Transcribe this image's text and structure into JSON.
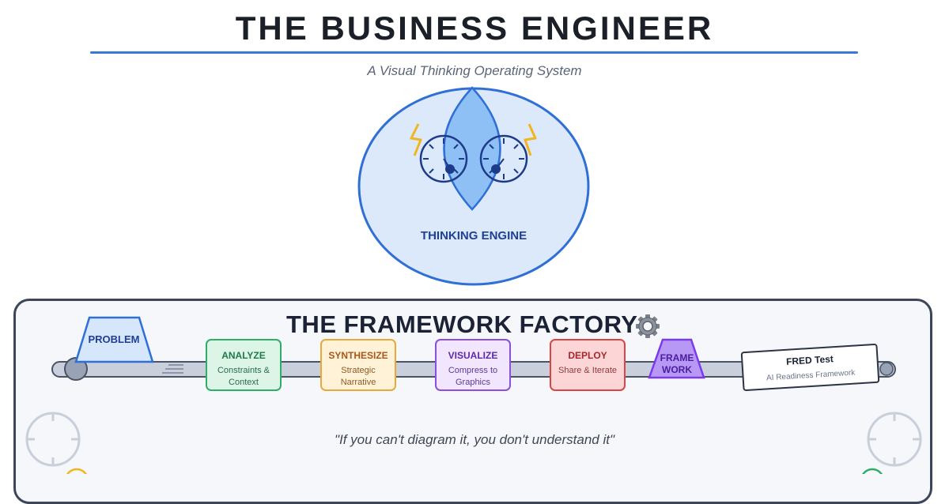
{
  "header": {
    "title": "THE BUSINESS ENGINEER",
    "subtitle": "A Visual Thinking Operating System"
  },
  "engine": {
    "label": "THINKING ENGINE"
  },
  "factory": {
    "title": "THE FRAMEWORK FACTORY",
    "input_label": "PROBLEM",
    "output_label": "FRAME WORK",
    "steps": [
      {
        "title": "ANALYZE",
        "desc": "Constraints & Context",
        "color": "#2fae6a"
      },
      {
        "title": "SYNTHESIZE",
        "desc": "Strategic Narrative",
        "color": "#e8a93a"
      },
      {
        "title": "VISUALIZE",
        "desc": "Compress to Graphics",
        "color": "#8a4fe0"
      },
      {
        "title": "DEPLOY",
        "desc": "Share & Iterate",
        "color": "#d94646"
      }
    ],
    "result": {
      "title": "FRED Test",
      "subtitle": "AI Readiness Framework"
    },
    "quote": "\"If you can't diagram it, you don't understand it\""
  },
  "colors": {
    "accent_blue": "#3a78d8",
    "engine_fill": "#dbe9fb",
    "lens_fill": "#8ec0f5",
    "spark_yellow": "#f2b520",
    "belt_gray": "#c9d0db",
    "framework_purple": "#b799f5"
  }
}
